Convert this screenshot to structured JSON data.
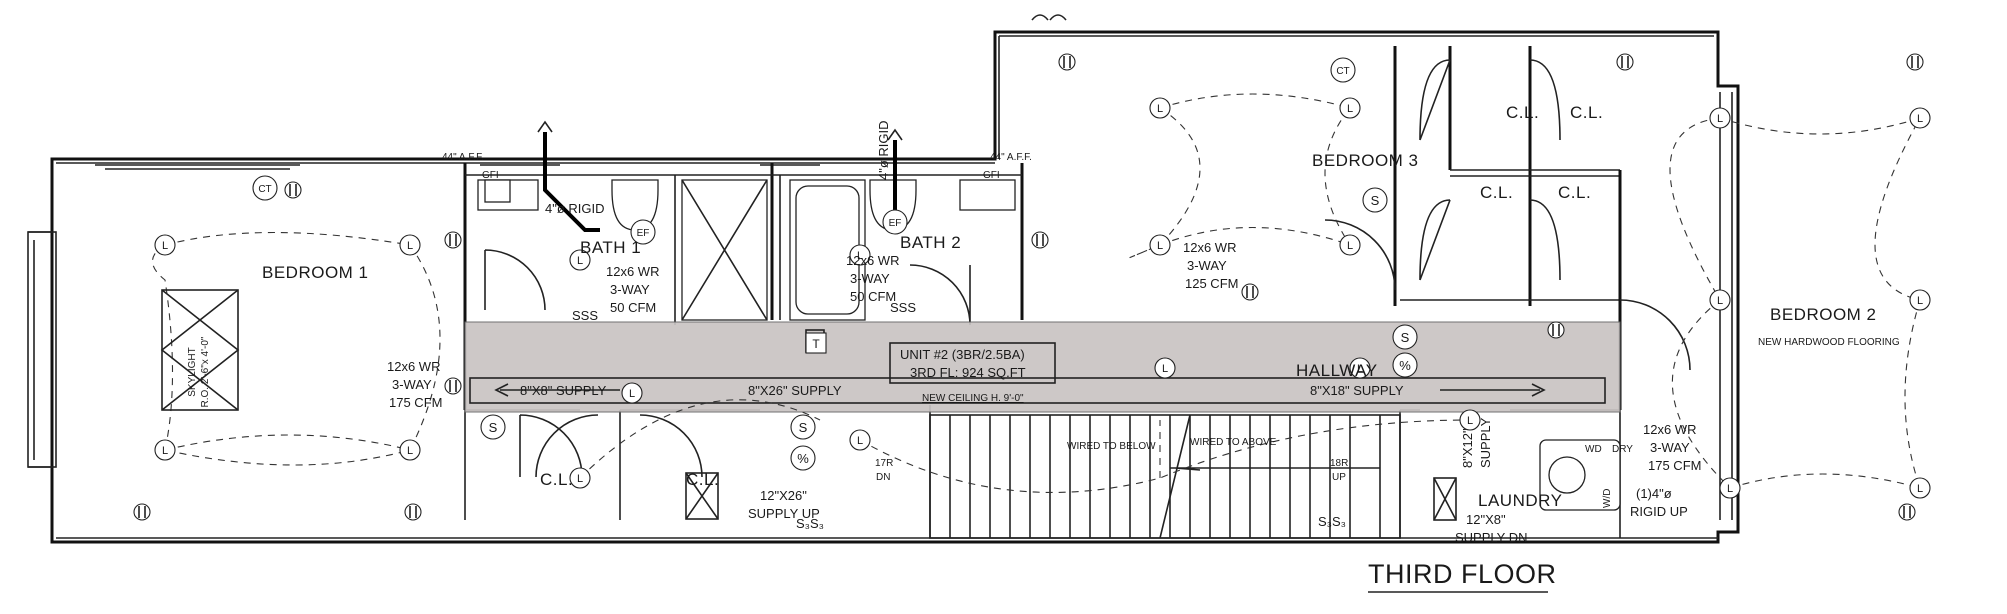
{
  "title": "THIRD FLOOR",
  "unit_info": {
    "line1": "UNIT #2 (3BR/2.5BA)",
    "line2": "3RD FL: 924 SQ.FT"
  },
  "ceiling_note": "NEW CEILING H. 9'-0\"",
  "rooms": {
    "bedroom1": "BEDROOM 1",
    "bedroom2": "BEDROOM 2",
    "bedroom2_note": "NEW HARDWOOD FLOORING",
    "bedroom3": "BEDROOM 3",
    "bath1": "BATH 1",
    "bath2": "BATH 2",
    "hallway": "HALLWAY",
    "laundry": "LAUNDRY",
    "closet": "C.L."
  },
  "skylight": {
    "line1": "SKYLIGHT",
    "line2": "R.O. 2'-6\"x 4'-0\""
  },
  "fans": {
    "bedroom1": [
      "12x6 WR",
      "3-WAY",
      "175 CFM"
    ],
    "bath1": [
      "12x6 WR",
      "3-WAY",
      "50 CFM"
    ],
    "bath2": [
      "12x6 WR",
      "3-WAY",
      "50 CFM"
    ],
    "bedroom3": [
      "12x6 WR",
      "3-WAY",
      "125 CFM"
    ],
    "bedroom2": [
      "12x6 WR",
      "3-WAY",
      "175 CFM"
    ]
  },
  "ducts": {
    "supply_8x8": "8\"X8\" SUPPLY",
    "supply_8x26": "8\"X26\" SUPPLY",
    "supply_8x18": "8\"X18\" SUPPLY",
    "supply_12x26_1": "12\"X26\"",
    "supply_12x26_2": "SUPPLY UP",
    "supply_8x12_1": "8\"X12\"",
    "supply_8x12_2": "SUPPLY",
    "supply_12x8_1": "12\"X8\"",
    "supply_12x8_2": "SUPPLY DN",
    "rigid_4": "4\"ø RIGID",
    "rigid_4_bath2": "4\"ø RIGID",
    "rigid_1_4_1": "(1)4\"ø",
    "rigid_1_4_2": "RIGID UP"
  },
  "stairs": {
    "wired_below": "WIRED TO BELOW",
    "wired_above": "WIRED TO ABOVE",
    "down_1": "17R",
    "down_2": "DN",
    "up_1": "18R",
    "up_2": "UP"
  },
  "symbols": {
    "light": "L",
    "thermostat": "CT",
    "exhaust_fan": "EF",
    "smoke": "S",
    "co": "%",
    "t_box": "T",
    "gfi": "GFI",
    "switches": "SSS",
    "s3": "S₃S₃",
    "aff": "44\" A.F.F.",
    "washer_dryer": "W/D",
    "dryer": "DRY",
    "wd": "WD"
  }
}
